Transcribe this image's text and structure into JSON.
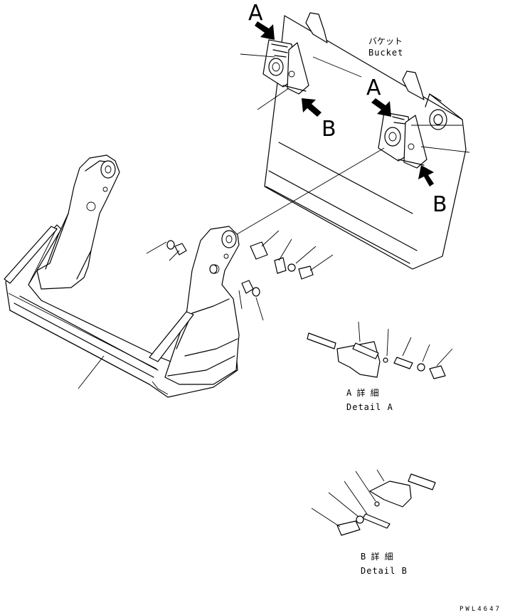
{
  "labels": {
    "bucket_jp": "バケット",
    "bucket_en": "Bucket",
    "view_a": "A",
    "view_b": "B",
    "detail_a_jp": "A 詳 細",
    "detail_a_en": "Detail A",
    "detail_b_jp": "B 詳 細",
    "detail_b_en": "Detail B",
    "drawing_code": "PWL4647"
  }
}
